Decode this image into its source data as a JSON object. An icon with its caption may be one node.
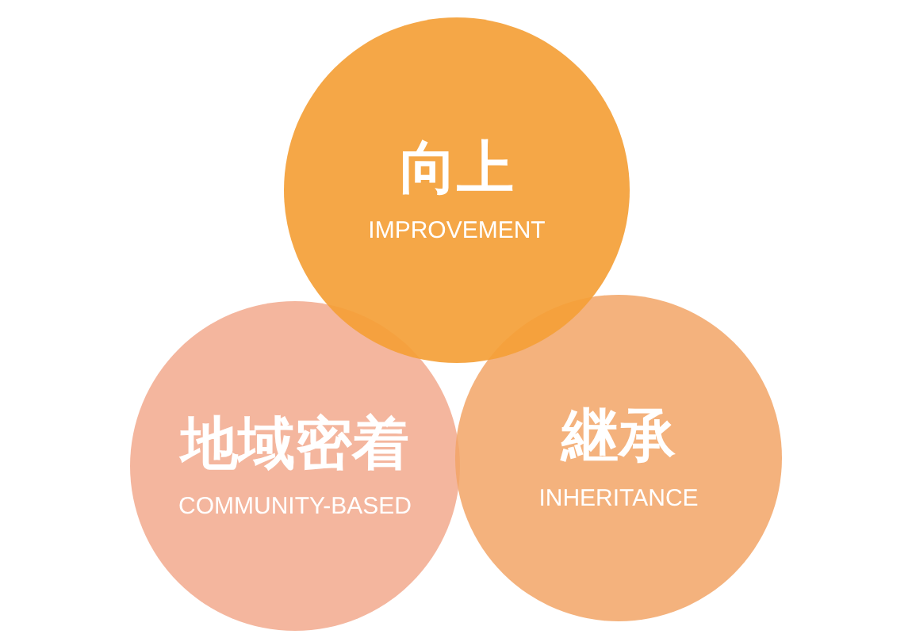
{
  "diagram": {
    "nodes": [
      {
        "text": [
          "向上",
          "IMPROVEMENT"
        ]
      },
      {
        "text": [
          "地域密着",
          "COMMUNITY-BASED"
        ]
      },
      {
        "text": [
          "継承",
          "INHERITANCE"
        ]
      }
    ]
  }
}
